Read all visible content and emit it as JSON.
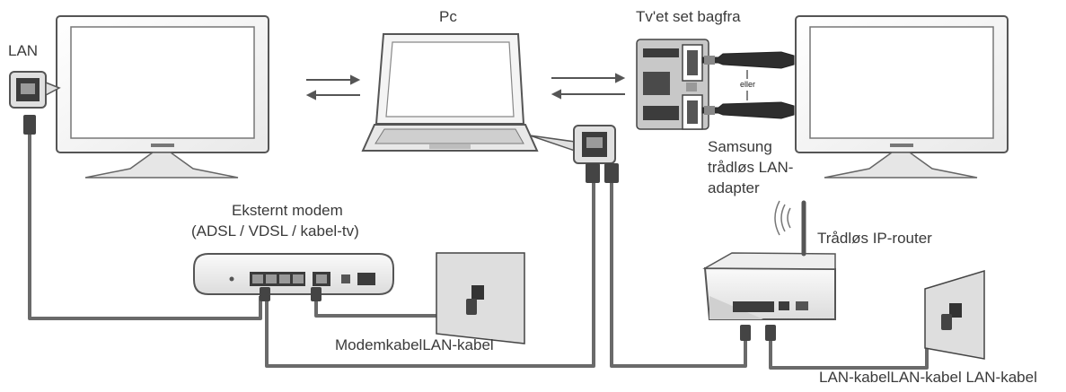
{
  "labels": {
    "lan": "LAN",
    "pc": "Pc",
    "tv_back": "Tv'et set bagfra",
    "or": "eller",
    "adapter_line1": "Samsung",
    "adapter_line2": "trådløs LAN-",
    "adapter_line3": "adapter",
    "modem_line1": "Eksternt modem",
    "modem_line2": "(ADSL / VDSL / kabel-tv)",
    "router": "Trådløs IP-router",
    "modem_cables": "ModemkabelLAN-kabel",
    "lan_cables": "LAN-kabelLAN-kabel LAN-kabel"
  },
  "colors": {
    "line": "#555555",
    "fill_light": "#f2f2f2",
    "fill_dark": "#3c3c3c",
    "cable": "#6a6a6a"
  }
}
